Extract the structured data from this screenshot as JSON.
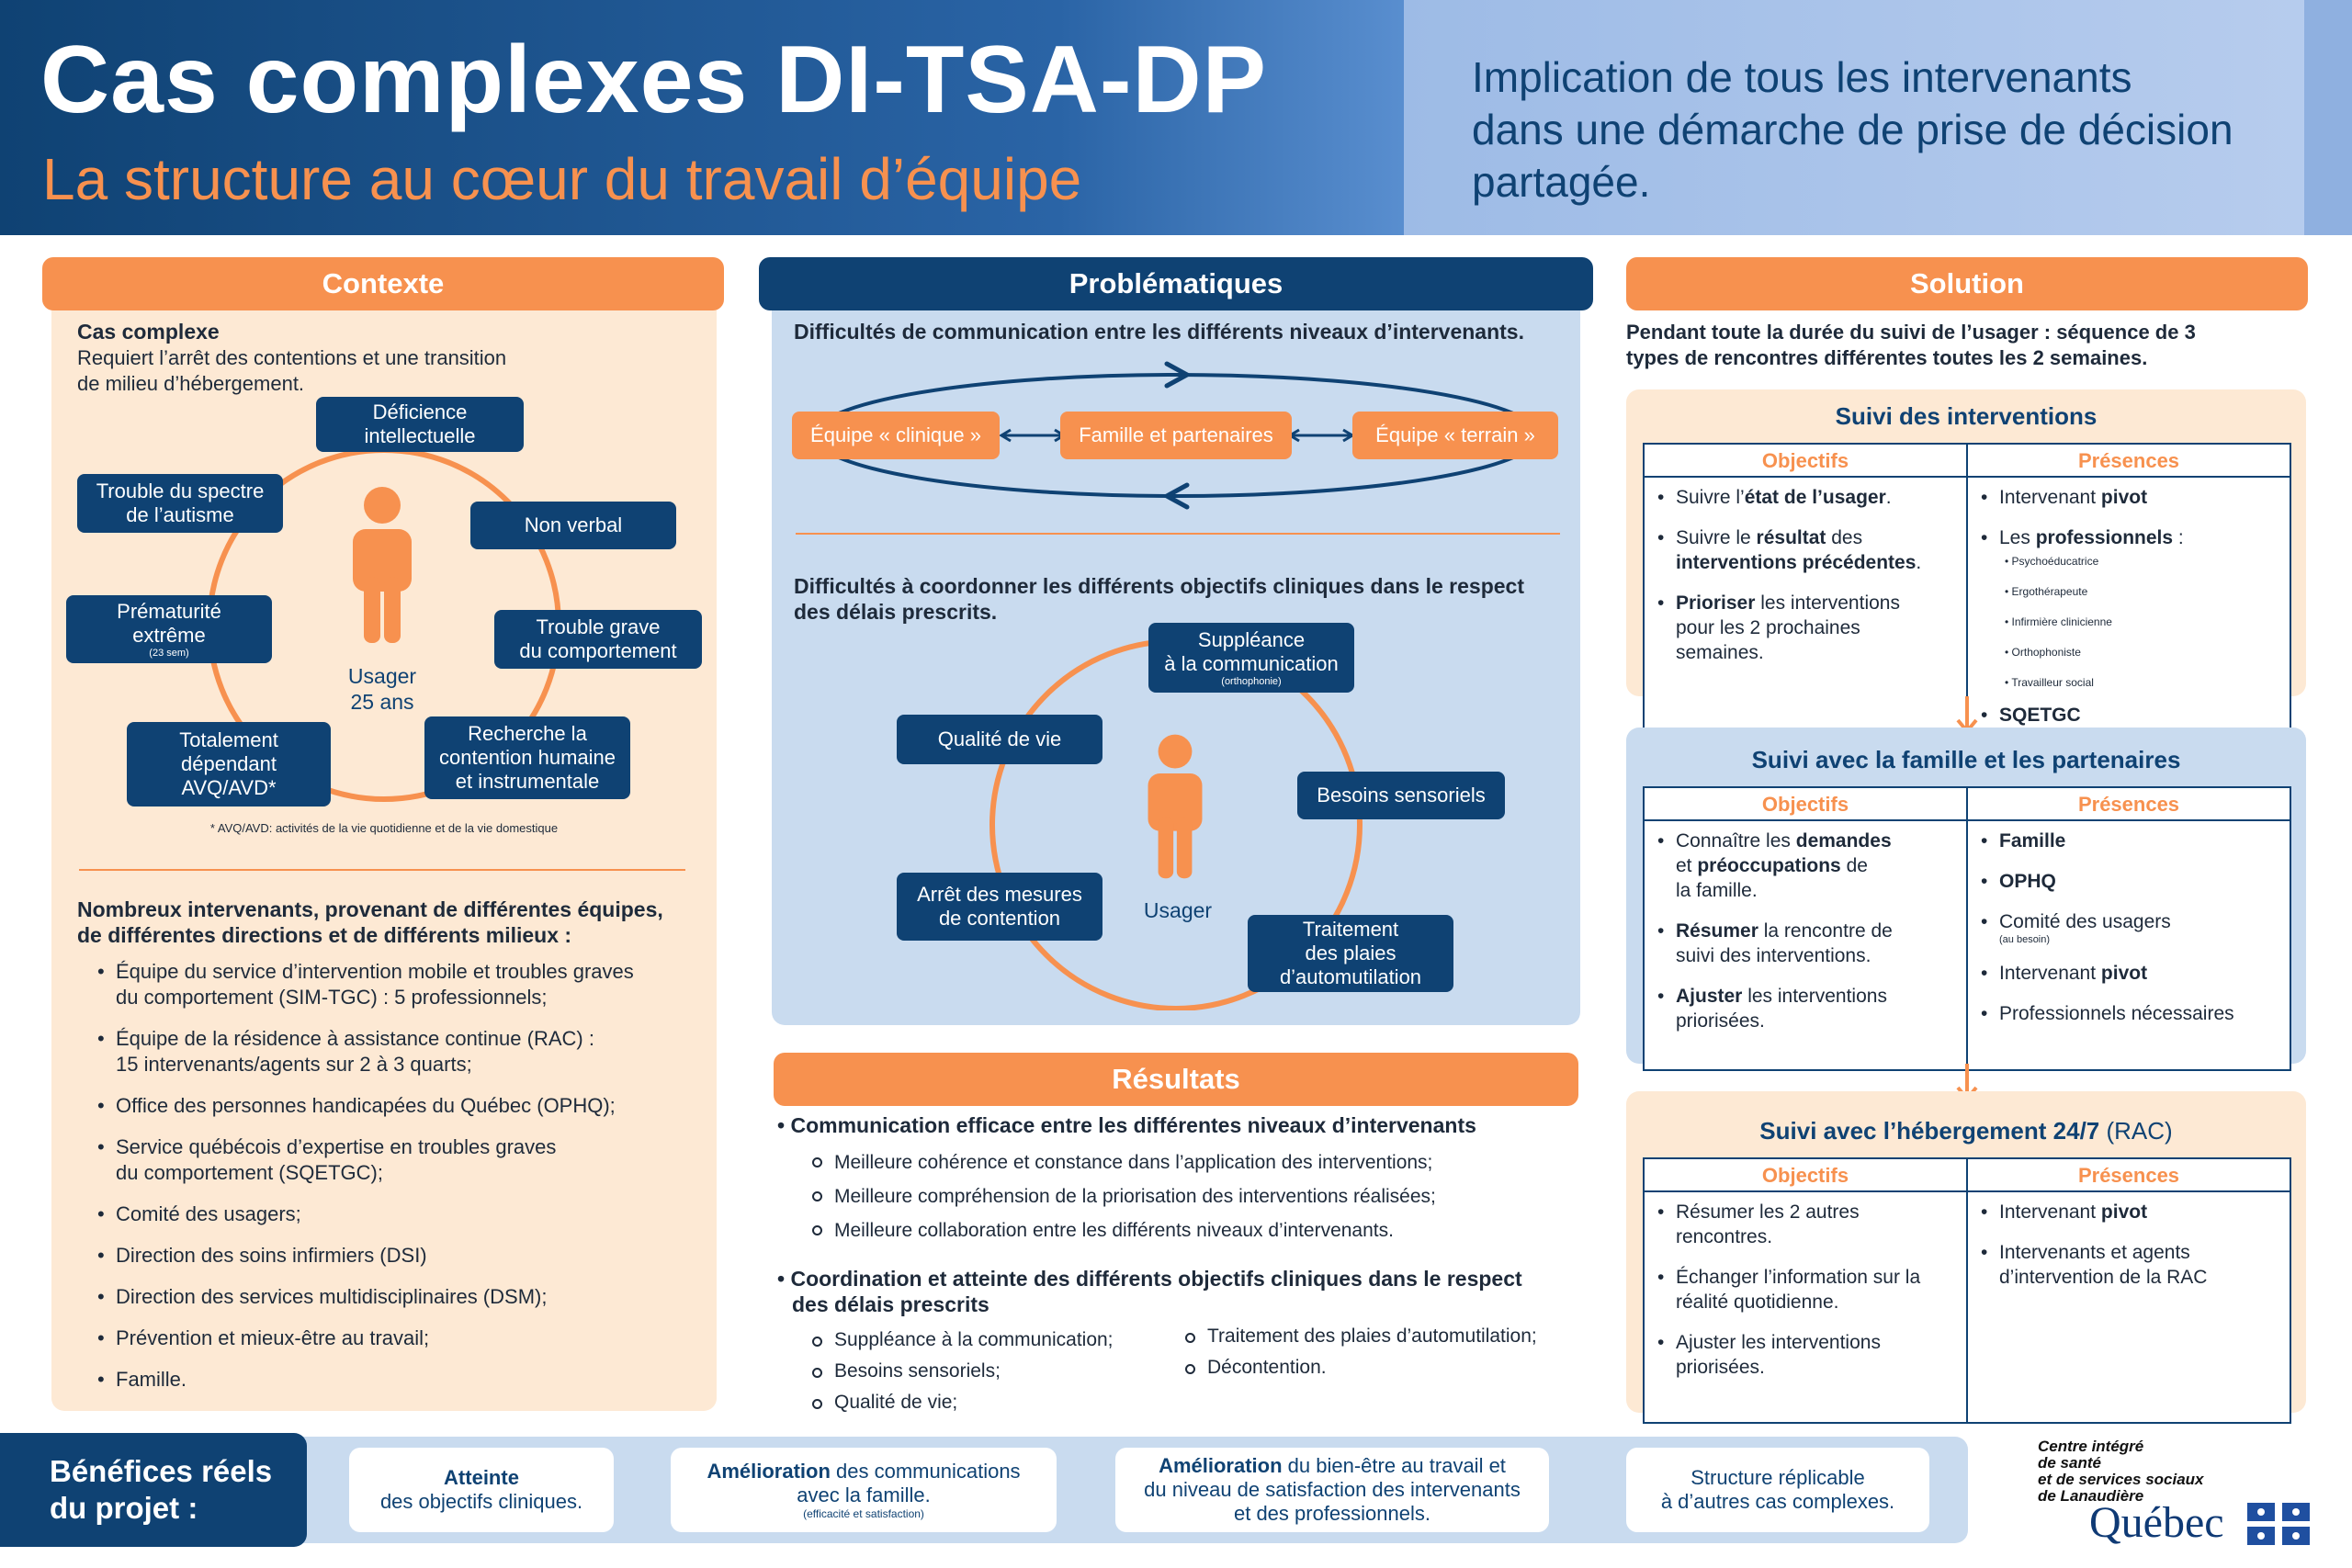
{
  "banner": {
    "title": "Cas complexes DI-TSA-DP",
    "subtitle": "La structure au cœur du travail d’équipe",
    "tagline": [
      "Implication de tous les intervenants",
      "dans une démarche de prise de décision",
      "partagée."
    ]
  },
  "contexte": {
    "header": "Contexte",
    "case_title": "Cas complexe",
    "case_text": [
      "Requiert l’arrêt des contentions et une transition",
      "de milieu d’hébergement."
    ],
    "usager": [
      "Usager",
      "25 ans"
    ],
    "nodes": [
      {
        "l1": "Déficience",
        "l2": "intellectuelle"
      },
      {
        "l1": "Non verbal",
        "l2": ""
      },
      {
        "l1": "Trouble grave",
        "l2": "du comportement"
      },
      {
        "l1": "Recherche la",
        "l2": "contention humaine",
        "l3": "et instrumentale"
      },
      {
        "l1": "Totalement",
        "l2": "dépendant",
        "l3": "AVQ/AVD*"
      },
      {
        "l1": "Prématurité",
        "l2": "extrême",
        "note": "(23 sem)"
      },
      {
        "l1": "Trouble du spectre",
        "l2": "de l’autisme"
      }
    ],
    "footnote": "* AVQ/AVD: activités de la vie quotidienne et de la vie domestique",
    "intervenants_title": [
      "Nombreux intervenants, provenant de différentes équipes,",
      "de différentes directions et de différents milieux :"
    ],
    "intervenants": [
      [
        "Équipe du service d’intervention mobile et troubles graves",
        "du comportement (SIM-TGC) : 5 professionnels;"
      ],
      [
        "Équipe de la résidence à assistance continue (RAC) :",
        "15 intervenants/agents sur 2 à 3 quarts;"
      ],
      [
        "Office des personnes handicapées du Québec (OPHQ);"
      ],
      [
        "Service québécois d’expertise en troubles graves",
        "du comportement (SQETGC);"
      ],
      [
        "Comité des usagers;"
      ],
      [
        "Direction des soins infirmiers (DSI)"
      ],
      [
        "Direction des services multidisciplinaires (DSM);"
      ],
      [
        "Prévention et mieux-être au travail;"
      ],
      [
        "Famille."
      ]
    ]
  },
  "problematiques": {
    "header": "Problématiques",
    "p1": "Difficultés de communication entre les différents niveaux d’intervenants.",
    "flow": [
      "Équipe « clinique »",
      "Famille et partenaires",
      "Équipe « terrain »"
    ],
    "p2": [
      "Difficultés à coordonner les différents objectifs cliniques dans le respect",
      "des délais prescrits."
    ],
    "usager": "Usager",
    "nodes": [
      {
        "l1": "Suppléance",
        "l2": "à la communication",
        "note": "(orthophonie)"
      },
      {
        "l1": "Besoins sensoriels",
        "l2": ""
      },
      {
        "l1": "Traitement",
        "l2": "des plaies",
        "l3": "d’automutilation"
      },
      {
        "l1": "Arrêt des mesures",
        "l2": "de contention"
      },
      {
        "l1": "Qualité de vie",
        "l2": ""
      }
    ]
  },
  "resultats": {
    "header": "Résultats",
    "r1": "Communication efficace entre les différentes niveaux d’intervenants",
    "r1_items": [
      "Meilleure cohérence et constance dans l’application des interventions;",
      "Meilleure compréhension de la priorisation des interventions réalisées;",
      "Meilleure collaboration entre les différents niveaux d’intervenants."
    ],
    "r2": [
      "Coordination et atteinte des différents objectifs cliniques dans le respect",
      "des délais prescrits"
    ],
    "r2_left": [
      "Suppléance à la communication;",
      "Besoins sensoriels;",
      "Qualité de vie;"
    ],
    "r2_right": [
      "Traitement des plaies d’automutilation;",
      "Décontention."
    ]
  },
  "solution": {
    "header": "Solution",
    "intro": [
      "Pendant toute la durée du suivi de l’usager : séquence de 3",
      "types de rencontres différentes toutes les 2 semaines."
    ],
    "col_obj": "Objectifs",
    "col_pres": "Présences",
    "s1": {
      "title": "Suivi des interventions",
      "obj": [
        {
          "a": "Suivre l’",
          "b": "état de l’usager",
          "c": "."
        },
        {
          "a": "Suivre le ",
          "b": "résultat",
          "c": " des",
          "d": "interventions précédentes",
          "e": "."
        },
        {
          "b": "Prioriser",
          "c": " les interventions",
          "d2": "pour les 2 prochaines",
          "d3": "semaines."
        }
      ],
      "pres": [
        {
          "a": "Intervenant ",
          "b": "pivot"
        },
        {
          "a": "Les ",
          "b": "professionnels",
          "c": " :"
        },
        {
          "b": "SQETGC"
        }
      ],
      "sub": [
        "Psychoéducatrice",
        "Ergothérapeute",
        "Infirmière clinicienne",
        "Orthophoniste",
        "Travailleur social"
      ]
    },
    "s2": {
      "title": "Suivi avec la famille et les partenaires",
      "obj": [
        {
          "a": "Connaître les ",
          "b": "demandes",
          "l2a": "et ",
          "l2b": "préoccupations",
          "l2c": " de",
          "l3": "la famille."
        },
        {
          "b": "Résumer",
          "c": " la rencontre de",
          "l2": "suivi des interventions."
        },
        {
          "b": "Ajuster",
          "c": " les interventions",
          "l2": "priorisées."
        }
      ],
      "pres": [
        {
          "b": "Famille"
        },
        {
          "b": "OPHQ"
        },
        {
          "a": "Comité des usagers",
          "note": "(au besoin)"
        },
        {
          "a": "Intervenant ",
          "b": "pivot"
        },
        {
          "a": "Professionnels nécessaires"
        }
      ]
    },
    "s3": {
      "title_b": "Suivi avec l’hébergement 24/7",
      "title_n": " (RAC)",
      "obj": [
        [
          "Résumer les 2 autres",
          "rencontres."
        ],
        [
          "Échanger l’information sur la",
          "réalité quotidienne."
        ],
        [
          "Ajuster les interventions",
          "priorisées."
        ]
      ],
      "pres": [
        {
          "a": "Intervenant ",
          "b": "pivot"
        },
        {
          "a": "Intervenants et agents",
          "l2": "d’intervention de la RAC"
        }
      ]
    }
  },
  "benefices": {
    "title": [
      "Bénéfices réels",
      "du projet :"
    ],
    "b1": {
      "bold": "Atteinte",
      "rest": "des objectifs cliniques."
    },
    "b2": {
      "bold": "Amélioration",
      "rest1": " des communications",
      "rest2": "avec la famille.",
      "note": "(efficacité et satisfaction)"
    },
    "b3": {
      "bold": "Amélioration",
      "rest1": " du bien-être au travail et",
      "rest2": "du niveau de satisfaction des intervenants",
      "rest3": "et des professionnels."
    },
    "b4": [
      "Structure réplicable",
      "à d’autres cas complexes."
    ]
  },
  "logo": {
    "lines": [
      "Centre intégré",
      "de santé",
      "et de services sociaux",
      "de Lanaudière"
    ],
    "quebec": "Québec"
  },
  "colors": {
    "navy": "#0f4273",
    "orange": "#f7914f",
    "cream": "#fde9d4",
    "lightblue": "#c9dbef"
  }
}
